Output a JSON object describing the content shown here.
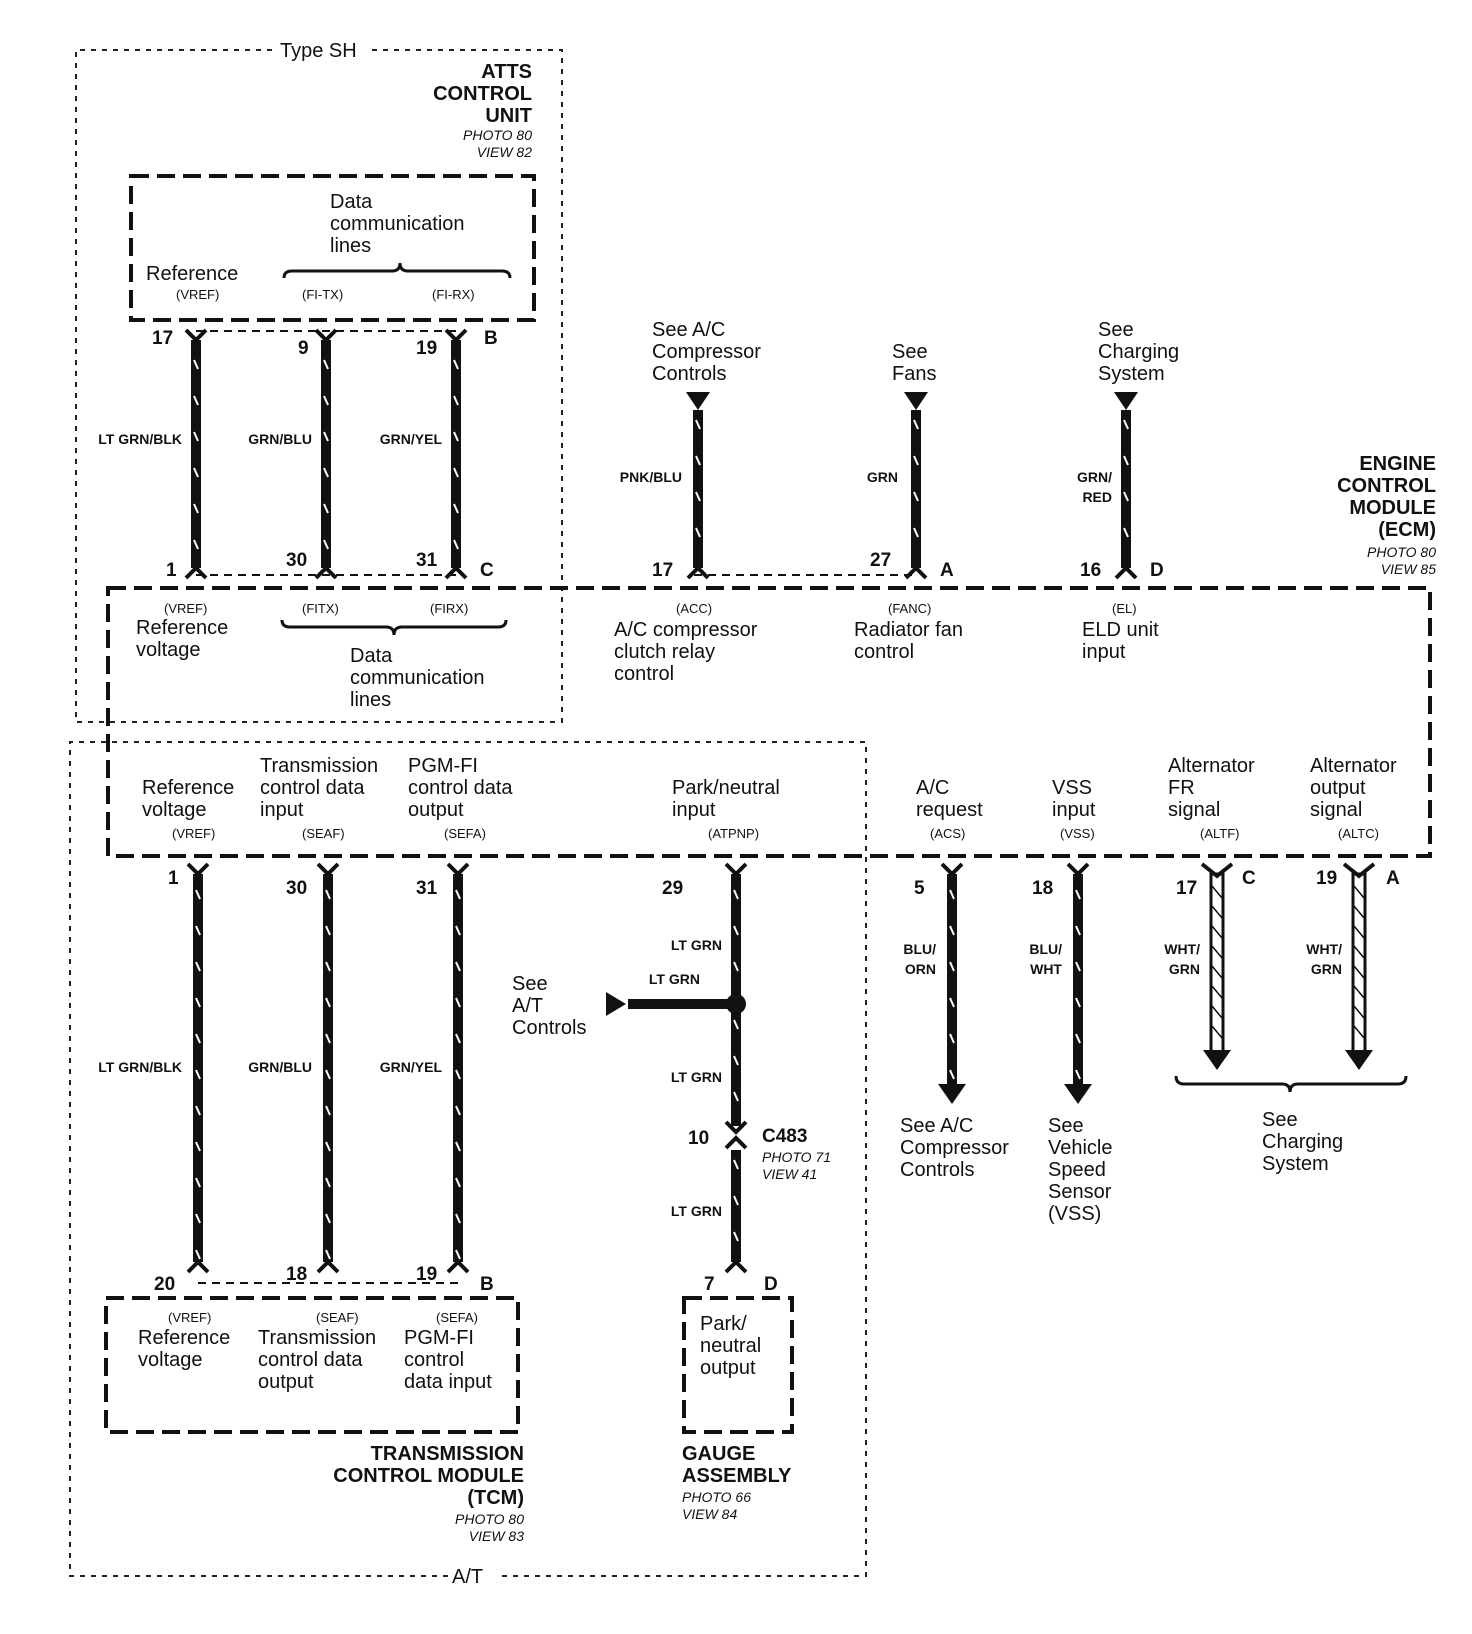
{
  "regions": {
    "type_sh": "Type SH",
    "at": "A/T"
  },
  "atts": {
    "title": [
      "ATTS",
      "CONTROL",
      "UNIT"
    ],
    "photo": "PHOTO 80",
    "view": "VIEW 82",
    "reference": "Reference",
    "vref": "(VREF)",
    "data_comm": [
      "Data",
      "communication",
      "lines"
    ],
    "fitx": "(FI-TX)",
    "firx": "(FI-RX)",
    "connector": "B"
  },
  "ecm": {
    "title": [
      "ENGINE",
      "CONTROL",
      "MODULE",
      "(ECM)"
    ],
    "photo": "PHOTO 80",
    "view": "VIEW 85",
    "upper": {
      "vref": "(VREF)",
      "ref_voltage": [
        "Reference",
        "voltage"
      ],
      "fitx": "(FITX)",
      "firx": "(FIRX)",
      "data_comm": [
        "Data",
        "communication",
        "lines"
      ],
      "acc": "(ACC)",
      "acc_label": [
        "A/C compressor",
        "clutch relay",
        "control"
      ],
      "fanc": "(FANC)",
      "fanc_label": [
        "Radiator fan",
        "control"
      ],
      "el": "(EL)",
      "el_label": [
        "ELD unit",
        "input"
      ]
    },
    "lower": {
      "ref_voltage": [
        "Reference",
        "voltage"
      ],
      "vref": "(VREF)",
      "trans_ctrl": [
        "Transmission",
        "control data",
        "input"
      ],
      "seaf": "(SEAF)",
      "pgmfi": [
        "PGM-FI",
        "control data",
        "output"
      ],
      "sefa": "(SEFA)",
      "park": [
        "Park/neutral",
        "input"
      ],
      "atpnp": "(ATPNP)",
      "ac_req": [
        "A/C",
        "request"
      ],
      "acs": "(ACS)",
      "vss": [
        "VSS",
        "input"
      ],
      "vss_code": "(VSS)",
      "altf_label": [
        "Alternator",
        "FR",
        "signal"
      ],
      "altf": "(ALTF)",
      "altc_label": [
        "Alternator",
        "output",
        "signal"
      ],
      "altc": "(ALTC)"
    },
    "connectors": {
      "c": "C",
      "a": "A",
      "d": "D"
    }
  },
  "pins": {
    "atts_17": "17",
    "atts_9": "9",
    "atts_19": "19",
    "ecm_1": "1",
    "ecm_30": "30",
    "ecm_31": "31",
    "ecm_17a": "17",
    "ecm_27": "27",
    "ecm_16": "16",
    "ecm_1b": "1",
    "ecm_30b": "30",
    "ecm_31b": "31",
    "ecm_29": "29",
    "ecm_5": "5",
    "ecm_18": "18",
    "ecm_17b": "17",
    "ecm_19b": "19",
    "tcm_20": "20",
    "tcm_18": "18",
    "tcm_19": "19",
    "c483_10": "10",
    "gauge_7": "7"
  },
  "wires": {
    "lt_grn_blk": "LT GRN/BLK",
    "grn_blu": "GRN/BLU",
    "grn_yel": "GRN/YEL",
    "pnk_blu": "PNK/BLU",
    "grn": "GRN",
    "grn_red": [
      "GRN/",
      "RED"
    ],
    "lt_grn": "LT GRN",
    "blu_orn": [
      "BLU/",
      "ORN"
    ],
    "blu_wht": [
      "BLU/",
      "WHT"
    ],
    "wht_grn": [
      "WHT/",
      "GRN"
    ]
  },
  "refs": {
    "ac_comp_top": [
      "See A/C",
      "Compressor",
      "Controls"
    ],
    "fans": [
      "See",
      "Fans"
    ],
    "charging_top": [
      "See",
      "Charging",
      "System"
    ],
    "at_controls": [
      "See",
      "A/T",
      "Controls"
    ],
    "ac_comp_bottom": [
      "See A/C",
      "Compressor",
      "Controls"
    ],
    "vss_bottom": [
      "See",
      "Vehicle",
      "Speed",
      "Sensor",
      "(VSS)"
    ],
    "charging_bottom": [
      "See",
      "Charging",
      "System"
    ]
  },
  "c483": {
    "name": "C483",
    "photo": "PHOTO 71",
    "view": "VIEW 41"
  },
  "tcm": {
    "title": [
      "TRANSMISSION",
      "CONTROL MODULE",
      "(TCM)"
    ],
    "photo": "PHOTO 80",
    "view": "VIEW 83",
    "vref": "(VREF)",
    "ref_voltage": [
      "Reference",
      "voltage"
    ],
    "seaf": "(SEAF)",
    "trans_ctrl": [
      "Transmission",
      "control data",
      "output"
    ],
    "sefa": "(SEFA)",
    "pgmfi": [
      "PGM-FI",
      "control",
      "data input"
    ],
    "connector": "B"
  },
  "gauge": {
    "title": [
      "GAUGE",
      "ASSEMBLY"
    ],
    "photo": "PHOTO 66",
    "view": "VIEW 84",
    "label": [
      "Park/",
      "neutral",
      "output"
    ],
    "connector": "D"
  }
}
